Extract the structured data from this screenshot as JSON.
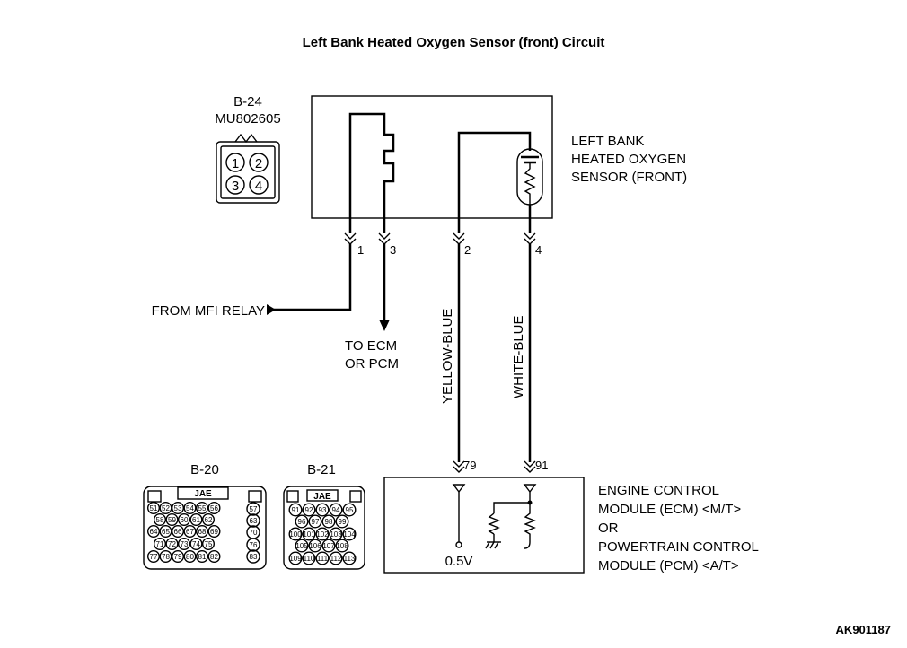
{
  "title": "Left Bank Heated Oxygen Sensor (front) Circuit",
  "connector_b24": {
    "name": "B-24",
    "part": "MU802605",
    "pins": [
      "1",
      "2",
      "3",
      "4"
    ]
  },
  "sensor": {
    "lines": [
      "LEFT BANK",
      "HEATED OXYGEN",
      "SENSOR (FRONT)"
    ]
  },
  "sensor_pins": [
    "1",
    "3",
    "2",
    "4"
  ],
  "from_relay": "FROM MFI RELAY",
  "to_ecm": [
    "TO ECM",
    "OR PCM"
  ],
  "wire_labels": {
    "yellow": "YELLOW-BLUE",
    "white": "WHITE-BLUE"
  },
  "ecm_pins": [
    "79",
    "91"
  ],
  "voltage": "0.5V",
  "ecm": {
    "lines": [
      "ENGINE CONTROL",
      "MODULE (ECM) <M/T>",
      "OR",
      "POWERTRAIN CONTROL",
      "MODULE (PCM) <A/T>"
    ]
  },
  "connector_b20": {
    "name": "B-20",
    "brand": "JAE",
    "rows": [
      [
        "51",
        "52",
        "53",
        "54",
        "55",
        "56"
      ],
      [
        "58",
        "59",
        "60",
        "61",
        "62"
      ],
      [
        "64",
        "65",
        "66",
        "67",
        "68",
        "69"
      ],
      [
        "71",
        "72",
        "73",
        "74",
        "75"
      ],
      [
        "77",
        "78",
        "79",
        "80",
        "81",
        "82"
      ]
    ],
    "side": [
      "57",
      "63",
      "70",
      "76",
      "83"
    ]
  },
  "connector_b21": {
    "name": "B-21",
    "brand": "JAE",
    "rows": [
      [
        "91",
        "92",
        "93",
        "94",
        "95"
      ],
      [
        "96",
        "97",
        "98",
        "99"
      ],
      [
        "100",
        "101",
        "102",
        "103",
        "104"
      ],
      [
        "105",
        "106",
        "107",
        "108"
      ],
      [
        "109",
        "110",
        "111",
        "112",
        "113"
      ]
    ]
  },
  "figure_code": "AK901187"
}
